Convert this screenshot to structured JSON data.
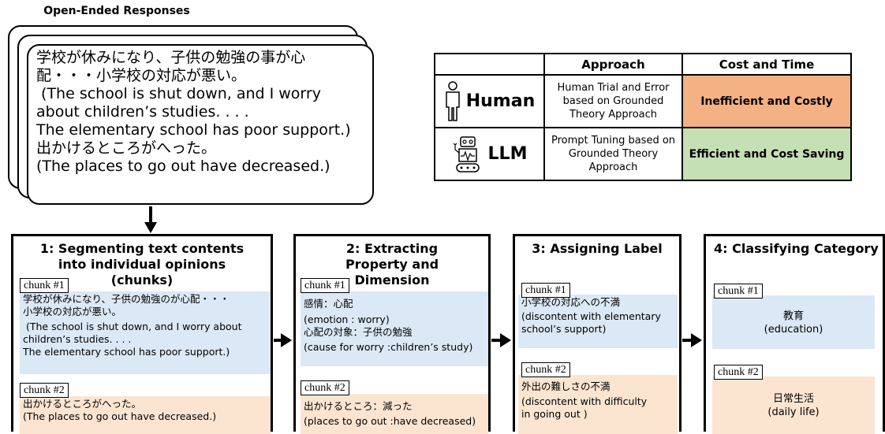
{
  "open_ended": {
    "title": "Open-Ended Responses",
    "lines": [
      "学校が休みになり、子供の勉強の事が心",
      "配・・・小学校の対応が悪い。",
      " (The school is shut down, and I worry",
      "about children’s studies. . . .",
      "The elementary school has poor support.)",
      "出かけるところがへった。",
      "(The places to go out have decreased.)"
    ]
  },
  "comparison": {
    "headers": [
      "",
      "Approach",
      "Cost and Time"
    ],
    "rows": [
      {
        "label": "Human",
        "approach": "Human Trial and Error based on Grounded Theory Approach",
        "cost": "Inefficient and Costly",
        "cost_color": "#f4b183"
      },
      {
        "label": "LLM",
        "approach": "Prompt Tuning based on Grounded Theory Approach",
        "cost": "Efficient and Cost Saving",
        "cost_color": "#c5e0b4"
      }
    ]
  },
  "stages": [
    {
      "title": "1: Segmenting text contents into individual opinions (chunks)",
      "chunks": [
        {
          "tag": "chunk #1",
          "lines": [
            "学校が休みになり、子供の勉強のが心配・・・",
            "小学校の対応が悪い。",
            " (The school is shut down, and I worry about",
            "children’s studies. . . .",
            "The elementary school has poor support.)"
          ]
        },
        {
          "tag": "chunk #2",
          "lines": [
            "出かけるところがへった。",
            "(The places to go out have decreased.)"
          ]
        }
      ]
    },
    {
      "title": "2: Extracting Property and Dimension",
      "chunks": [
        {
          "tag": "chunk #1",
          "lines": [
            "感情：心配",
            "(emotion : worry)",
            "心配の対象：子供の勉強",
            "(cause for worry :children’s study)"
          ]
        },
        {
          "tag": "chunk #2",
          "lines": [
            "出かけるところ：減った",
            "(places to go out :have decreased)"
          ]
        }
      ]
    },
    {
      "title": "3: Assigning Label",
      "chunks": [
        {
          "tag": "chunk #1",
          "lines": [
            "小学校の対応への不満",
            "(discontent with elementary",
            "school’s support)"
          ]
        },
        {
          "tag": "chunk #2",
          "lines": [
            "外出の難しさの不満",
            "(discontent with difficulty",
            "in going out )"
          ]
        }
      ]
    },
    {
      "title": "4: Classifying Category",
      "chunks": [
        {
          "tag": "chunk #1",
          "lines": [
            "教育",
            "(education)"
          ]
        },
        {
          "tag": "chunk #2",
          "lines": [
            "日常生活",
            "(daily life)"
          ]
        }
      ]
    }
  ],
  "colors": {
    "chunk1_bg": "#dbe8f5",
    "chunk2_bg": "#fbe5d1",
    "human_cost": "#f4b183",
    "llm_cost": "#c5e0b4"
  }
}
